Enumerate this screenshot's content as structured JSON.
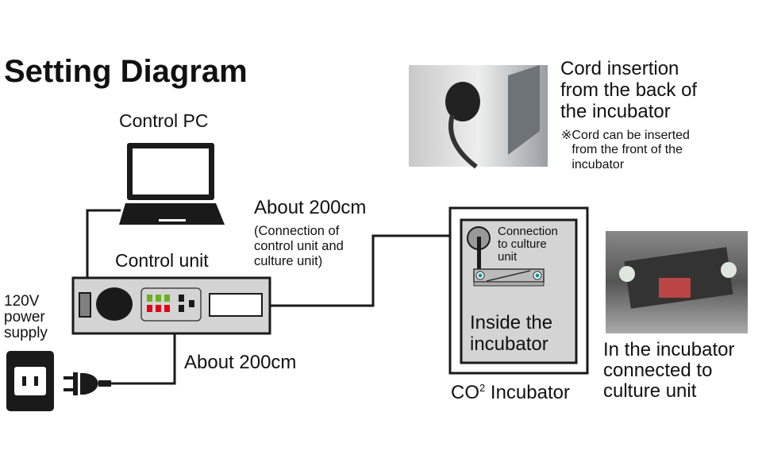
{
  "title": "Setting Diagram",
  "control_pc": "Control PC",
  "control_unit": "Control unit",
  "cable1": {
    "length": "About 200cm",
    "note": "(Connection of\ncontrol unit and\nculture unit)"
  },
  "cable2": {
    "length": "About 200cm"
  },
  "power": "120V\npower\nsupply",
  "incubator": {
    "label": "CO",
    "sup": "2",
    "label_rest": " Incubator",
    "inside": "Inside the\nincubator",
    "connection": "Connection\nto culture\nunit"
  },
  "photo1": {
    "caption": "Cord insertion\nfrom the back of\nthe incubator",
    "note": "※Cord can be inserted\n   from the front of the\n   incubator"
  },
  "photo2": {
    "caption": "In the incubator\nconnected to\nculture unit"
  },
  "colors": {
    "green": "#6ab023",
    "red": "#e0001a",
    "teal": "#009b8f",
    "panel": "#d4d4d4"
  }
}
